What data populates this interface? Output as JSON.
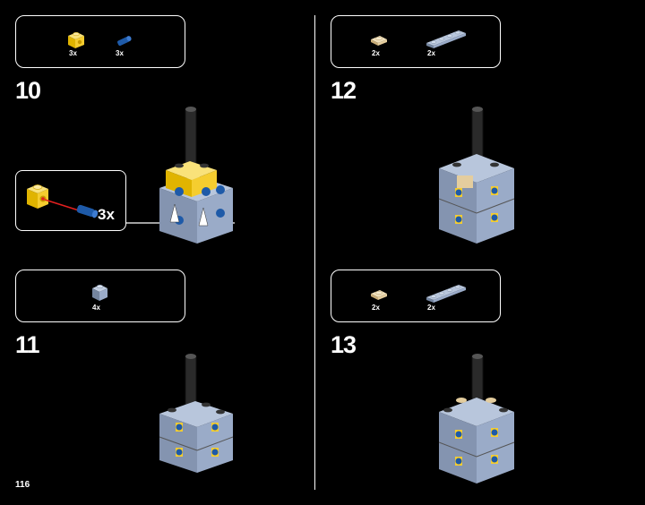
{
  "page_number": "116",
  "steps": [
    {
      "number": "10",
      "parts": [
        {
          "icon": "yellow-brick-1x1-side-stud",
          "qty": "3x"
        },
        {
          "icon": "blue-pin",
          "qty": "3x"
        }
      ]
    },
    {
      "number": "11",
      "parts": [
        {
          "icon": "gray-brick-1x1",
          "qty": "4x"
        }
      ]
    },
    {
      "number": "12",
      "parts": [
        {
          "icon": "tan-plate-1x1",
          "qty": "2x"
        },
        {
          "icon": "gray-plate-1x4",
          "qty": "2x"
        }
      ]
    },
    {
      "number": "13",
      "parts": [
        {
          "icon": "tan-plate-1x1",
          "qty": "2x"
        },
        {
          "icon": "gray-plate-1x4",
          "qty": "2x"
        }
      ]
    }
  ],
  "callout": {
    "qty": "3x"
  },
  "colors": {
    "yellow": "#f5cd2f",
    "blue": "#1e5aa8",
    "gray": "#9aabc8",
    "tan": "#e4cd9e",
    "dark": "#222222"
  }
}
